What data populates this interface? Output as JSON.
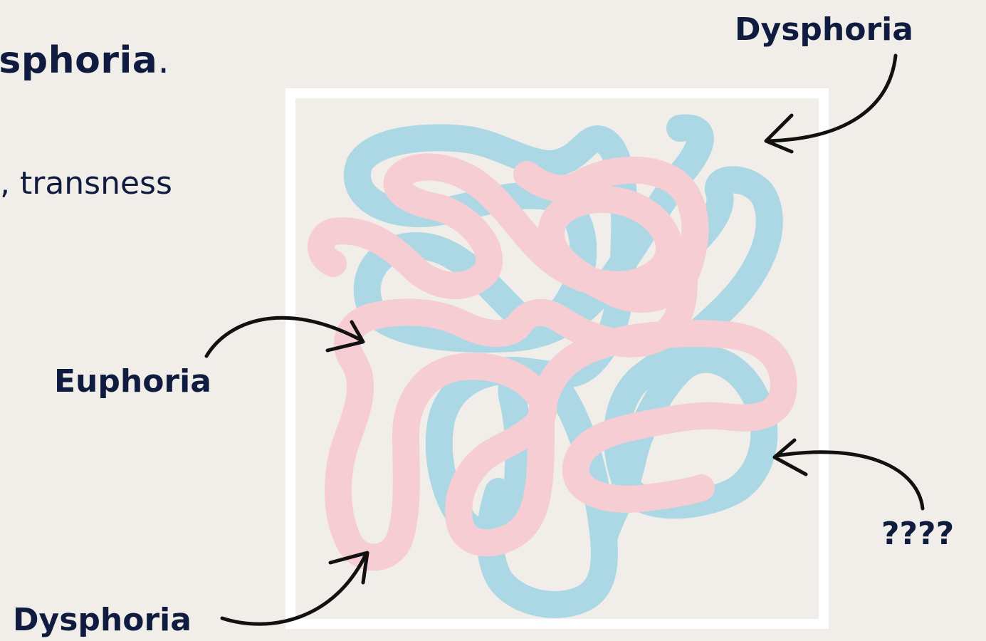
{
  "heading": {
    "word": "ysphoria",
    "punct": "."
  },
  "body_line": ", transness",
  "labels": {
    "top_right": "Dysphoria",
    "left_mid": "Euphoria",
    "bottom_left": "Dysphoria",
    "right_bottom": "????"
  },
  "colors": {
    "background": "#f1eeea",
    "frame": "#ffffff",
    "blue_strand": "#acd8e6",
    "pink_strand": "#f6cdd2",
    "text": "#0f1c3f",
    "arrow": "#111111"
  }
}
